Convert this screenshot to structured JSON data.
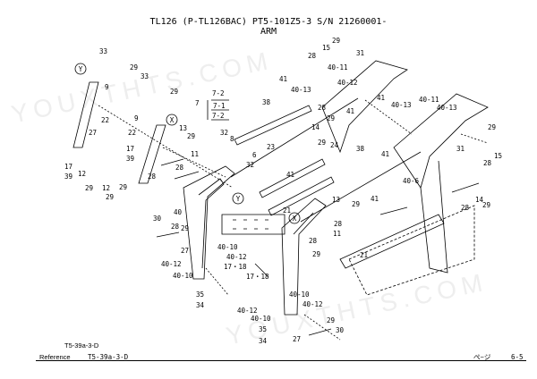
{
  "header": {
    "title": "TL126 (P-TL126BAC) PT5-101Z5-3 S/N 21260001-",
    "subtitle": "ARM"
  },
  "footer": {
    "figure_code": "T5-39a-3-D",
    "reference_label": "Reference",
    "reference_value": "T5-39a-3-D",
    "page_word": "ぺ−ジ",
    "page_number": "6-5"
  },
  "watermark": {
    "text_a": "YOUXTHTS.COM",
    "text_b": "YOUXTHTS.COM"
  },
  "callouts": {
    "c01": "33",
    "c02": "29",
    "c03": "33",
    "c04": "9",
    "c05": "22",
    "c06": "29",
    "c07": "9",
    "c08": "22",
    "c09": "27",
    "c10": "17",
    "c11": "39",
    "c12": "12",
    "c13": "29",
    "c14": "12",
    "c15": "29",
    "c16": "17",
    "c17": "39",
    "c18": "29",
    "c19": "28",
    "c20": "13",
    "c21": "29",
    "c22": "32",
    "c23": "8",
    "c24": "11",
    "c25": "28",
    "c26": "7-2",
    "c27": "7",
    "c28": "7-1",
    "c29": "7-2",
    "c30": "38",
    "c31": "29",
    "c32": "15",
    "c33": "28",
    "c34": "31",
    "c35": "40-11",
    "c36": "41",
    "c37": "40-13",
    "c38": "40-12",
    "c39": "28",
    "c40": "29",
    "c41": "14",
    "c42": "29",
    "c43": "24",
    "c44": "38",
    "c45": "23",
    "c46": "6",
    "c47": "32",
    "c48": "41",
    "c49": "41",
    "c50": "41",
    "c51": "40-13",
    "c52": "40-11",
    "c53": "40-13",
    "c54": "29",
    "c55": "31",
    "c56": "15",
    "c57": "28",
    "c58": "40-6",
    "c59": "41",
    "c60": "21",
    "c61": "40",
    "c62": "30",
    "c63": "28",
    "c64": "29",
    "c65": "27",
    "c66": "40-12",
    "c67": "40-10",
    "c68": "40-10",
    "c69": "40-12",
    "c70": "17・18",
    "c71": "17・18",
    "c72": "35",
    "c73": "34",
    "c74": "40-12",
    "c75": "40-10",
    "c76": "40-10",
    "c77": "40-12",
    "c78": "29",
    "c79": "35",
    "c80": "34",
    "c81": "27",
    "c82": "30",
    "c83": "28",
    "c84": "29",
    "c85": "13",
    "c86": "29",
    "c87": "28",
    "c88": "11",
    "c89": "21",
    "c90": "41",
    "c91": "28",
    "c92": "14",
    "c93": "29"
  },
  "markers": {
    "y1": "Y",
    "x1": "X",
    "y2": "Y",
    "x2": "X"
  }
}
